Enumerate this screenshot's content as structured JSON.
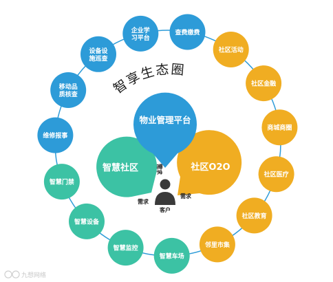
{
  "title": "智享生态圈",
  "colors": {
    "blue": "#2d9bd8",
    "teal": "#3cc2a4",
    "orange": "#f0ad22",
    "ring": "#2d9bd8",
    "person": "#3a3a3a"
  },
  "hubs": [
    {
      "id": "property",
      "label": "物业管理平台",
      "color": "blue"
    },
    {
      "id": "community",
      "label": "智慧社区",
      "color": "teal"
    },
    {
      "id": "o2o",
      "label": "社区O2O",
      "color": "orange"
    }
  ],
  "needs": [
    "需求",
    "需求",
    "需求"
  ],
  "customer": {
    "label": "客户",
    "icon": "person-icon"
  },
  "nodes": [
    {
      "id": "mobile-inspection",
      "lines": [
        "移动品",
        "质核查"
      ],
      "color": "blue"
    },
    {
      "id": "device-patrol",
      "lines": [
        "设备设",
        "施巡查"
      ],
      "color": "blue"
    },
    {
      "id": "learning",
      "lines": [
        "企业学",
        "习平台"
      ],
      "color": "blue"
    },
    {
      "id": "fee",
      "lines": [
        "查费缴费"
      ],
      "color": "blue"
    },
    {
      "id": "activity",
      "lines": [
        "社区活动"
      ],
      "color": "orange"
    },
    {
      "id": "finance",
      "lines": [
        "社区金融"
      ],
      "color": "orange"
    },
    {
      "id": "mall",
      "lines": [
        "商城商圈"
      ],
      "color": "orange"
    },
    {
      "id": "medical",
      "lines": [
        "社区医疗"
      ],
      "color": "orange"
    },
    {
      "id": "education",
      "lines": [
        "社区教育"
      ],
      "color": "orange"
    },
    {
      "id": "market",
      "lines": [
        "邻里市集"
      ],
      "color": "orange"
    },
    {
      "id": "parking",
      "lines": [
        "智慧车场"
      ],
      "color": "teal"
    },
    {
      "id": "monitor",
      "lines": [
        "智慧监控"
      ],
      "color": "teal"
    },
    {
      "id": "device",
      "lines": [
        "智慧设备"
      ],
      "color": "teal"
    },
    {
      "id": "gate",
      "lines": [
        "智慧门禁"
      ],
      "color": "teal"
    },
    {
      "id": "repair",
      "lines": [
        "维修报事"
      ],
      "color": "blue"
    }
  ],
  "watermark": "九想网络"
}
